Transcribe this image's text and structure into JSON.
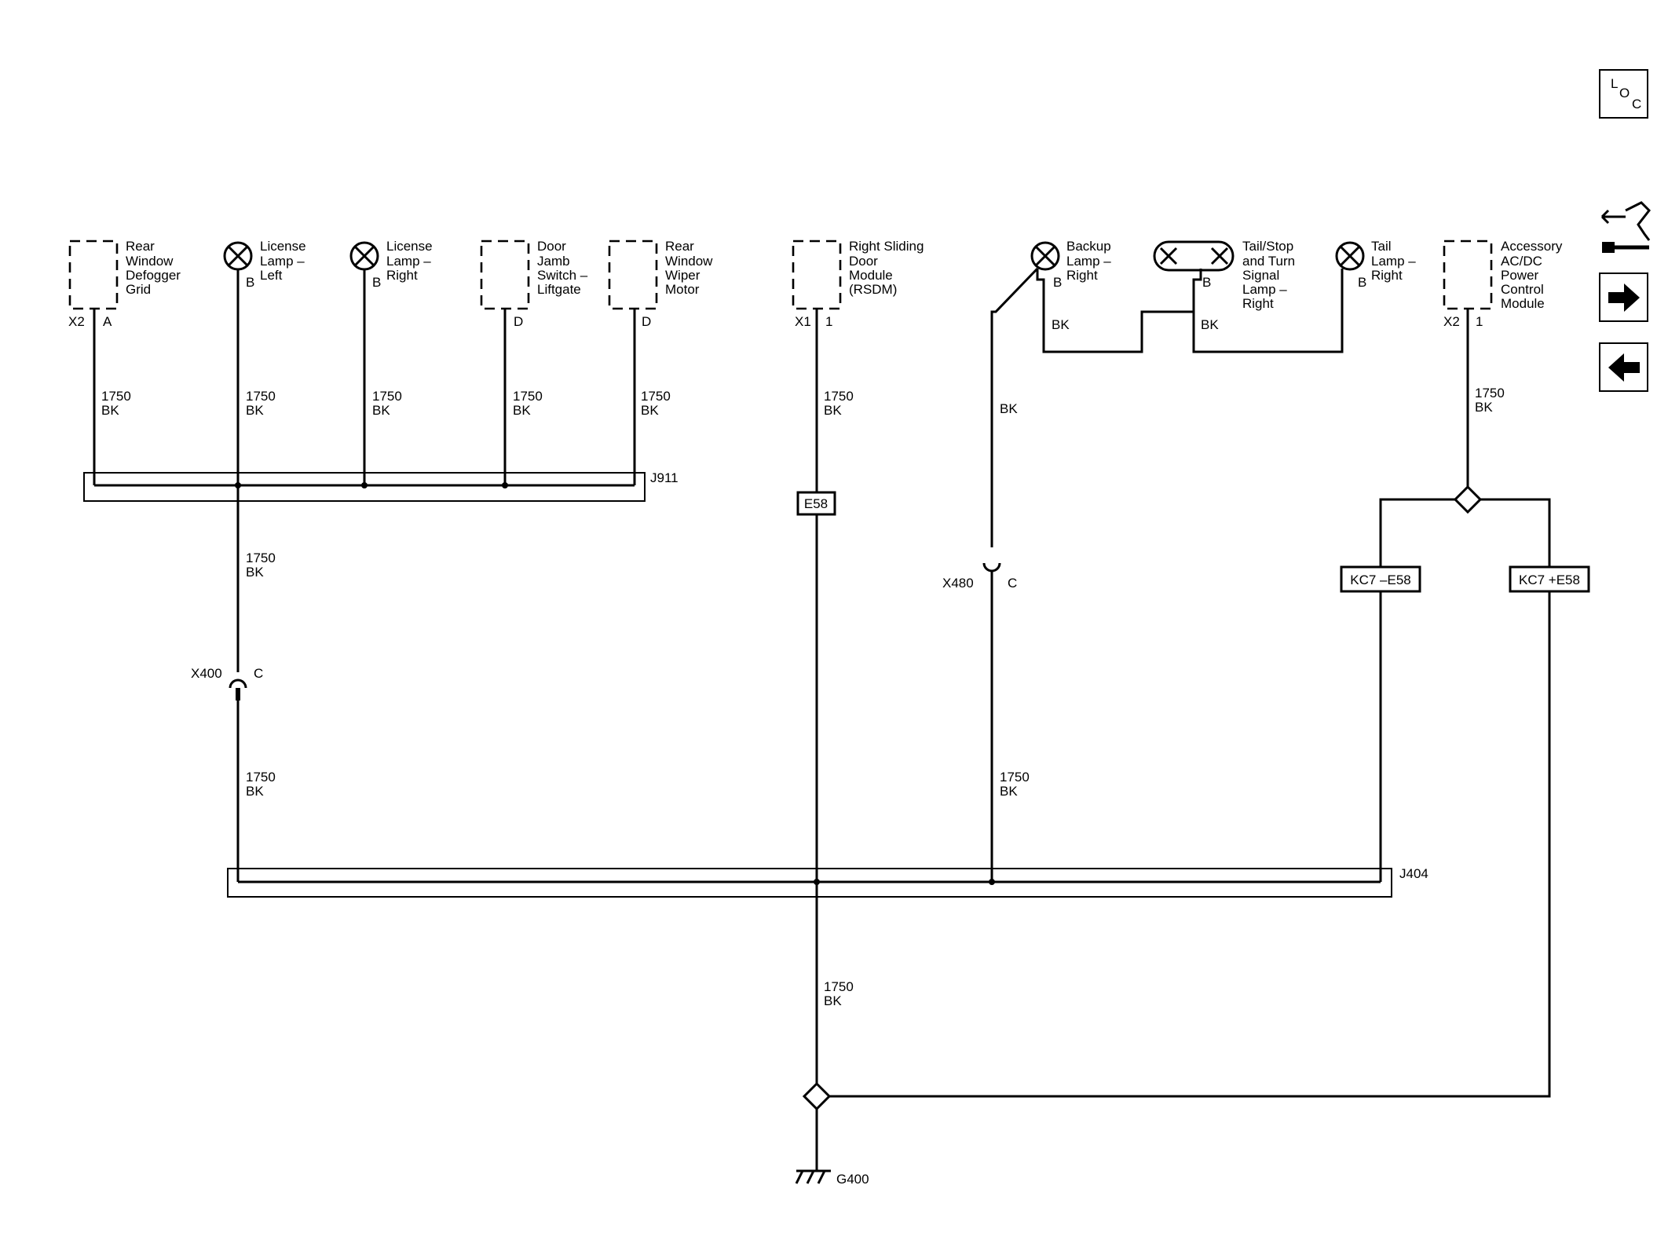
{
  "components": {
    "rear_window_defogger_grid": [
      "Rear",
      "Window",
      "Defogger",
      "Grid"
    ],
    "license_lamp_left": [
      "License",
      "Lamp –",
      "Left"
    ],
    "license_lamp_right": [
      "License",
      "Lamp –",
      "Right"
    ],
    "door_jamb_switch_liftgate": [
      "Door",
      "Jamb",
      "Switch –",
      "Liftgate"
    ],
    "rear_window_wiper_motor": [
      "Rear",
      "Window",
      "Wiper",
      "Motor"
    ],
    "right_sliding_door_module": [
      "Right Sliding",
      "Door",
      "Module",
      "(RSDM)"
    ],
    "backup_lamp_right": [
      "Backup",
      "Lamp –",
      "Right"
    ],
    "tail_stop_turn_lamp_right": [
      "Tail/Stop",
      "and Turn",
      "Signal",
      "Lamp –",
      "Right"
    ],
    "tail_lamp_right": [
      "Tail",
      "Lamp –",
      "Right"
    ],
    "accessory_power_control_module": [
      "Accessory",
      "AC/DC",
      "Power",
      "Control",
      "Module"
    ]
  },
  "pins": {
    "defogger_connector": "X2",
    "defogger_pin": "A",
    "license_left_pin": "B",
    "license_right_pin": "B",
    "door_jamb_pin": "D",
    "wiper_pin": "D",
    "rsdm_connector": "X1",
    "rsdm_pin": "1",
    "backup_pin": "B",
    "tail_stop_pin": "B",
    "tail_pin": "B",
    "apcm_connector": "X2",
    "apcm_pin": "1"
  },
  "wire": {
    "circuit": "1750",
    "color": "BK"
  },
  "splices": {
    "j911": "J911",
    "j404": "J404"
  },
  "inline_connectors": {
    "x400": "X400",
    "x400_pin": "C",
    "x480": "X480",
    "x480_pin": "C"
  },
  "option_codes": {
    "e58": "E58",
    "kc7_minus_e58": "KC7 –E58",
    "kc7_plus_e58": "KC7 +E58"
  },
  "ground": "G400",
  "nav": {
    "loc_letters": [
      "L",
      "O",
      "C"
    ]
  }
}
